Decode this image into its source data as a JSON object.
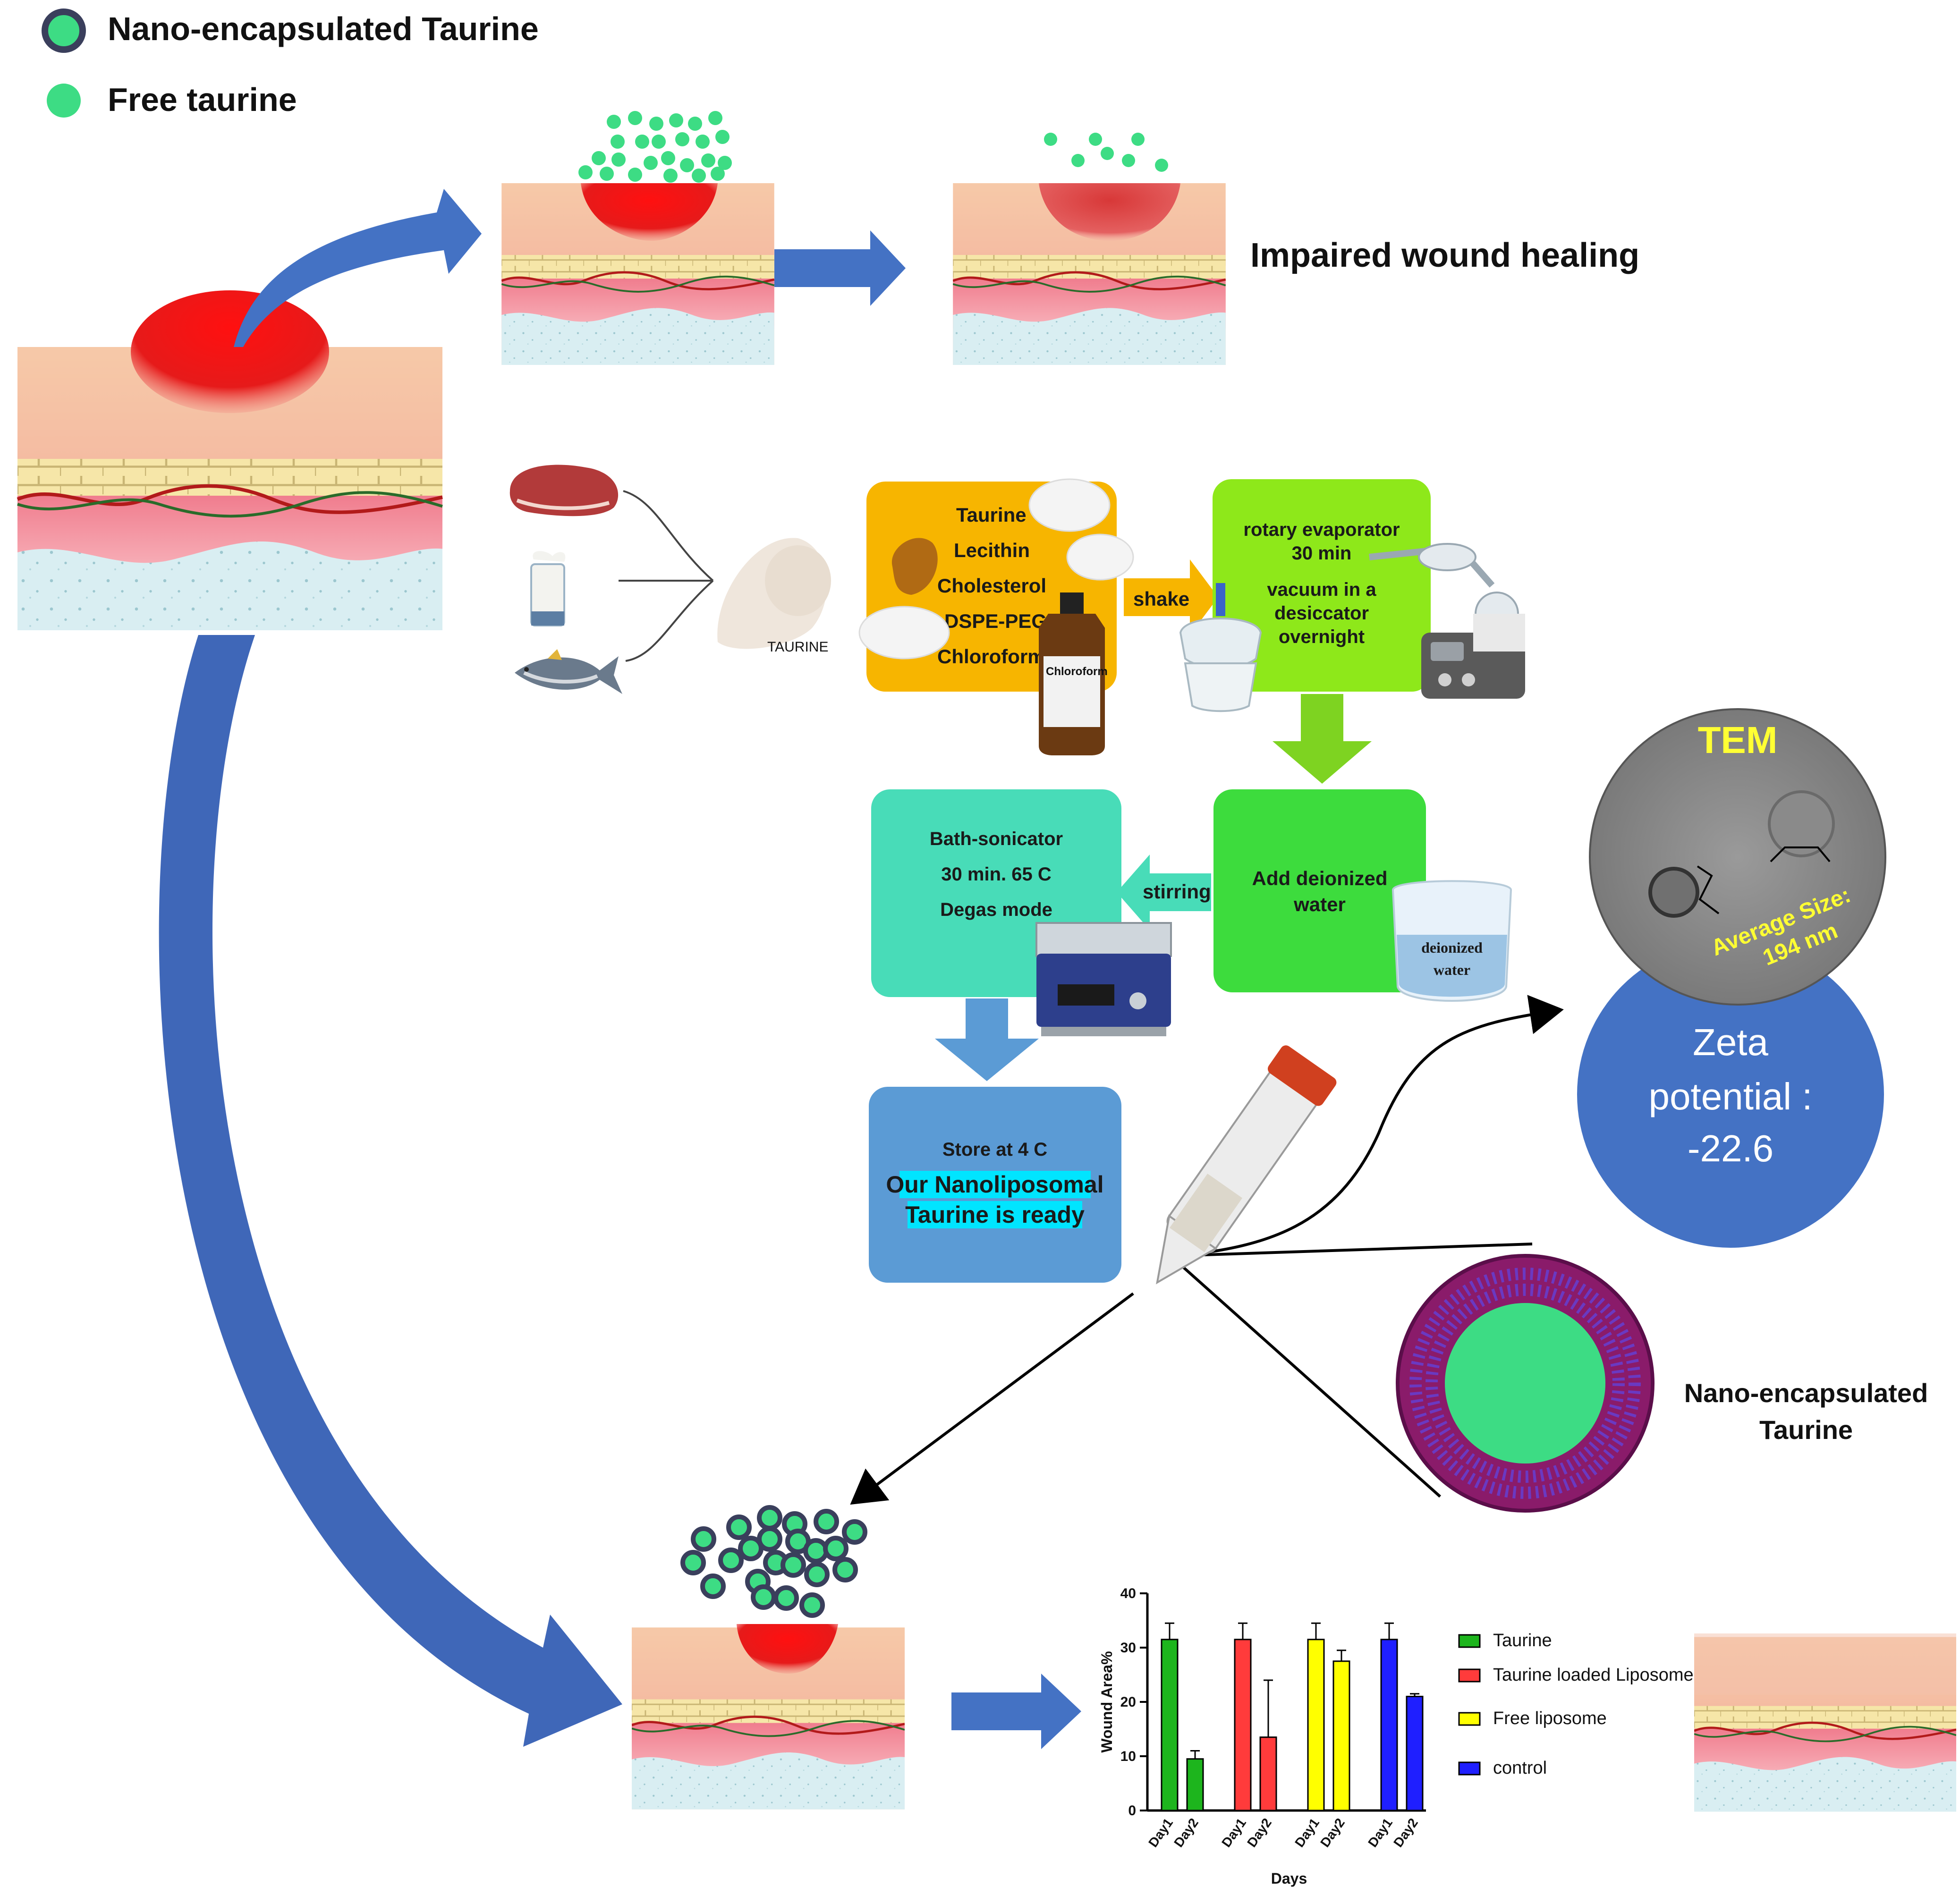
{
  "legend": {
    "items": [
      {
        "label": "Nano-encapsulated Taurine",
        "color": "#3ddc84",
        "ring": "#3a3f5c"
      },
      {
        "label": "Free taurine",
        "color": "#3ddc84"
      }
    ]
  },
  "top_row": {
    "caption": "Impaired wound healing"
  },
  "sources": {
    "powder_label": "TAURINE"
  },
  "ingredients_box": {
    "lines": [
      "Taurine",
      "Lecithin",
      "Cholesterol",
      "DSPE-PEG",
      "Chloroform"
    ],
    "color": "#f7b500",
    "bottle_label": "Chloroform"
  },
  "shake_label": "shake",
  "evaporator_box": {
    "lines": [
      "rotary evaporator",
      "30 min",
      "vacuum in a",
      "desiccator",
      "overnight"
    ],
    "color": "#8ee81a"
  },
  "water_box": {
    "lines": [
      "Add deionized",
      "water"
    ],
    "color": "#3ddc3d",
    "glass_label_lines": [
      "deionized",
      "water"
    ]
  },
  "stirring_label": "stirring",
  "sonicator_box": {
    "lines": [
      "Bath-sonicator",
      "30 min. 65 C",
      "Degas mode"
    ],
    "color": "#48dcb8"
  },
  "store_box": {
    "line1": "Store at 4 C",
    "highlight_lines": [
      "Our Nanoliposomal",
      "Taurine is ready"
    ],
    "color": "#5b9bd5",
    "highlight": "#00e5ff"
  },
  "tem": {
    "title": "TEM",
    "size_lines": [
      "Average Size:",
      "194 nm"
    ],
    "title_color": "#ffff33"
  },
  "zeta": {
    "lines": [
      "Zeta",
      "potential :",
      "-22.6"
    ],
    "color": "#4472c4"
  },
  "liposome_caption_lines": [
    "Nano-encapsulated",
    "Taurine"
  ],
  "colors": {
    "arrow_blue": "#4472c4",
    "green_arrow": "#7ed321",
    "teal_arrow": "#48dcb8",
    "skin_red": "#ff1a1a",
    "taurine_green": "#3ddc84"
  },
  "chart_data": {
    "type": "bar",
    "ylabel": "Wound Area%",
    "xlabel": "Days",
    "ylim": [
      0,
      40
    ],
    "yticks": [
      0,
      10,
      20,
      30,
      40
    ],
    "categories": [
      "Day1",
      "Day2"
    ],
    "series": [
      {
        "name": "Taurine",
        "color": "#1db51d",
        "values": [
          31.5,
          9.5
        ],
        "errors": [
          3,
          1.5
        ]
      },
      {
        "name": "Taurine loaded Liposome",
        "color": "#ff3b3b",
        "values": [
          31.5,
          13.5
        ],
        "errors": [
          3,
          10.5
        ]
      },
      {
        "name": "Free liposome",
        "color": "#ffff00",
        "values": [
          31.5,
          27.5
        ],
        "errors": [
          3,
          2
        ]
      },
      {
        "name": "control",
        "color": "#1f1fff",
        "values": [
          31.5,
          21
        ],
        "errors": [
          3,
          0.5
        ]
      }
    ]
  }
}
